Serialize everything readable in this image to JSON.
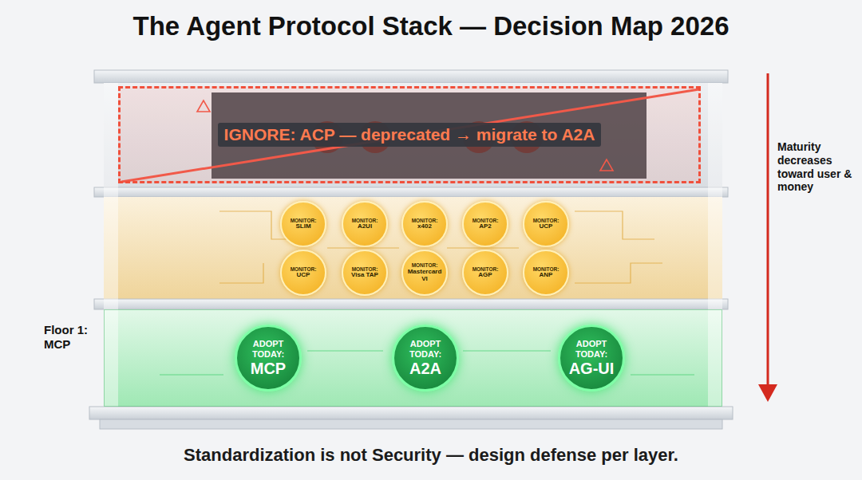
{
  "diagram": {
    "title": "The Agent Protocol Stack — Decision Map 2026",
    "caption": "Standardization is not Security — design defense per layer.",
    "nodes": [
      {
        "text": [
          "IGNORE: ACP — deprecated → migrate to A2A"
        ]
      },
      {
        "text": [
          "MONITOR:",
          "SLIM"
        ]
      },
      {
        "text": [
          "MONITOR:",
          "A2UI"
        ]
      },
      {
        "text": [
          "MONITOR:",
          "x402"
        ]
      },
      {
        "text": [
          "MONITOR:",
          "AP2"
        ]
      },
      {
        "text": [
          "MONITOR:",
          "UCP"
        ]
      },
      {
        "text": [
          "MONITOR:",
          "UCP"
        ]
      },
      {
        "text": [
          "MONITOR:",
          "Visa TAP"
        ]
      },
      {
        "text": [
          "MONITOR:",
          "Mastercard VI"
        ]
      },
      {
        "text": [
          "MONITOR:",
          "AGP"
        ]
      },
      {
        "text": [
          "MONITOR:",
          "ANP"
        ]
      },
      {
        "text": [
          "Floor 1: MCP"
        ]
      },
      {
        "text": [
          "ADOPT TODAY:",
          "MCP"
        ],
        "in": 11
      },
      {
        "text": [
          "ADOPT TODAY:",
          "A2A"
        ],
        "in": 11
      },
      {
        "text": [
          "ADOPT TODAY:",
          "AG-UI"
        ],
        "in": 11
      }
    ],
    "labels": [
      "Maturity decreases toward user & money"
    ]
  }
}
